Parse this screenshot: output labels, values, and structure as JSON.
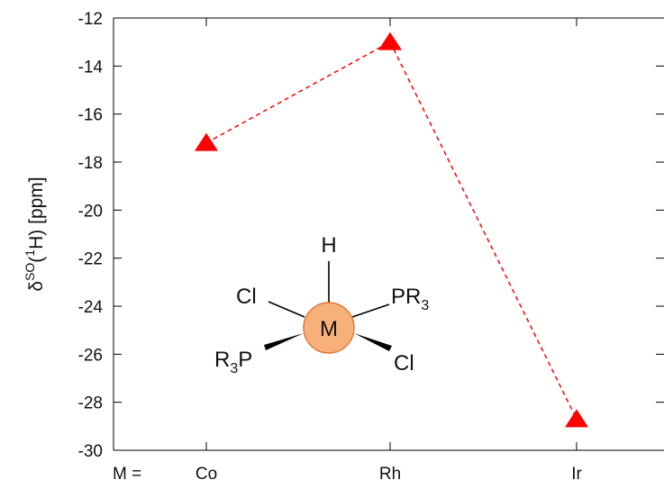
{
  "chart_data": {
    "type": "line",
    "categories": [
      "Co",
      "Rh",
      "Ir"
    ],
    "series": [
      {
        "values": [
          -17.2,
          -13.0,
          -28.7
        ],
        "color": "#ff0000",
        "marker": "triangle",
        "line_style": "dashed"
      }
    ],
    "ylabel": {
      "main": "δ",
      "sup_so": "SO",
      "open_paren": "(",
      "sup_1": "1",
      "nucleus": "H",
      "unit": ") [ppm]"
    },
    "ylim": [
      -30,
      -12
    ],
    "yticks": [
      "-12",
      "-14",
      "-16",
      "-18",
      "-20",
      "-22",
      "-24",
      "-26",
      "-28",
      "-30"
    ],
    "category_prefix": "M =",
    "category_prefix_color": "#ff8c40",
    "grid": false
  },
  "molecule": {
    "center": "M",
    "top": "H",
    "top_color": "#0000ff",
    "upper_left": "Cl",
    "upper_right_main": "PR",
    "upper_right_sub": "3",
    "lower_left_main": "R",
    "lower_left_sub": "3",
    "lower_left_tail": "P",
    "lower_right": "Cl",
    "center_fill": "#f7b07a",
    "center_stroke": "#e07a3a"
  }
}
